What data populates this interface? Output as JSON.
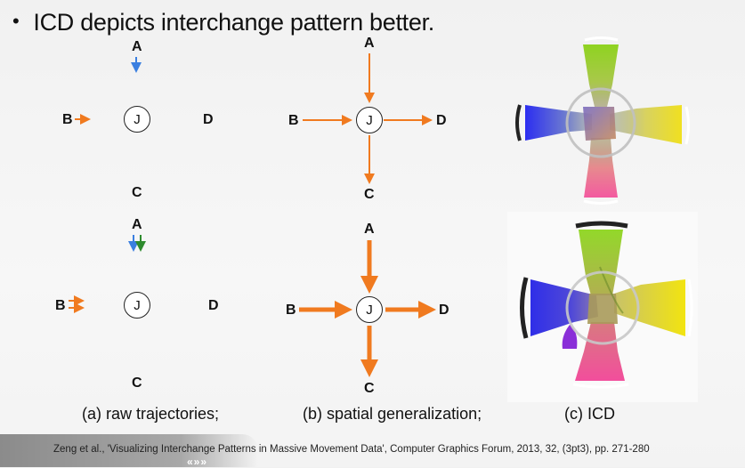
{
  "bullet": {
    "symbol": "•",
    "text": "ICD depicts interchange pattern better."
  },
  "nodes": {
    "a": "A",
    "b": "B",
    "c": "C",
    "d": "D",
    "j": "J"
  },
  "captions": {
    "raw": "(a) raw trajectories;",
    "spatial": "(b) spatial generalization;",
    "icd": "(c) ICD"
  },
  "footer": {
    "citation": "Zeng et al., 'Visualizing Interchange Patterns in Massive Movement Data', Computer Graphics Forum, 2013, 32, (3pt3), pp. 271-280",
    "mark": "«»»"
  },
  "colors": {
    "arrow_orange": "#f07a1f",
    "arrow_blue": "#3b7fe0",
    "arrow_green": "#2e8b2e",
    "icd_blue": "#3236e6",
    "icd_green": "#9ad12a",
    "icd_yellow": "#ece02a",
    "icd_pink": "#f06aa6"
  }
}
